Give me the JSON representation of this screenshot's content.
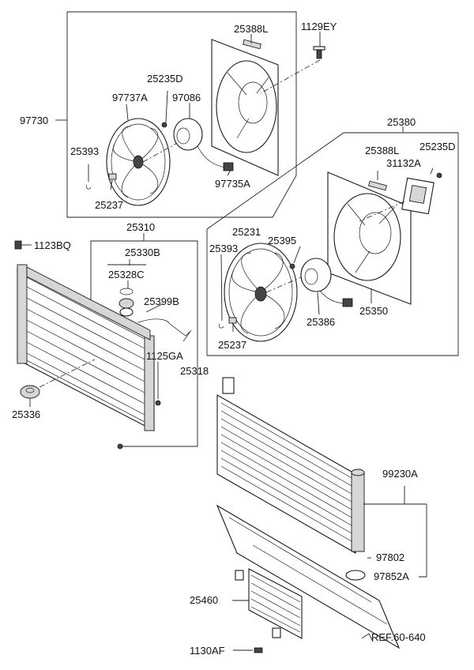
{
  "labels": {
    "l_97730": "97730",
    "l_25388L_top": "25388L",
    "l_1129EY": "1129EY",
    "l_25235D_top": "25235D",
    "l_97737A": "97737A",
    "l_97086": "97086",
    "l_25393_top": "25393",
    "l_25237_top": "25237",
    "l_97735A": "97735A",
    "l_25380": "25380",
    "l_25388L_right": "25388L",
    "l_25235D_right": "25235D",
    "l_31132A": "31132A",
    "l_25310": "25310",
    "l_1123BQ": "1123BQ",
    "l_25330B": "25330B",
    "l_25328C": "25328C",
    "l_25399B": "25399B",
    "l_1125GA": "1125GA",
    "l_25318": "25318",
    "l_25336": "25336",
    "l_25231": "25231",
    "l_25395": "25395",
    "l_25393_right": "25393",
    "l_25237_right": "25237",
    "l_25386": "25386",
    "l_25350": "25350",
    "l_99230A": "99230A",
    "l_97802": "97802",
    "l_97852A": "97852A",
    "l_25460": "25460",
    "l_1130AF": "1130AF",
    "l_ref": "REF.60-640"
  }
}
